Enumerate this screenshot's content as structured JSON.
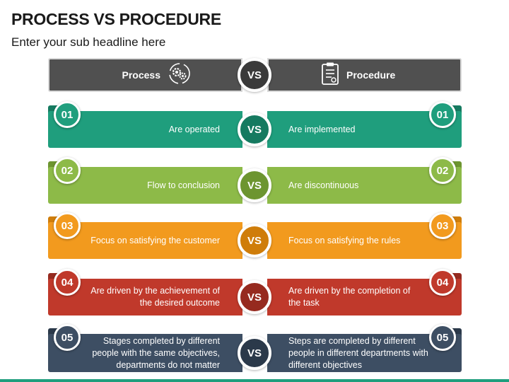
{
  "title": "PROCESS VS PROCEDURE",
  "subtitle": "Enter your sub headline here",
  "header": {
    "left_label": "Process",
    "right_label": "Procedure",
    "vs": "VS",
    "left_icon": "gears-cycle-icon",
    "right_icon": "clipboard-checklist-icon",
    "color": "#505050"
  },
  "rows": [
    {
      "num": "01",
      "vs": "VS",
      "left": "Are operated",
      "right": "Are implemented",
      "color": "#1f9e7d",
      "dark": "#157a60"
    },
    {
      "num": "02",
      "vs": "VS",
      "left": "Flow to conclusion",
      "right": "Are discontinuous",
      "color": "#8dba48",
      "dark": "#6d9530"
    },
    {
      "num": "03",
      "vs": "VS",
      "left": "Focus on satisfying the customer",
      "right": "Focus on satisfying the rules",
      "color": "#f29a1e",
      "dark": "#cf7d0a"
    },
    {
      "num": "04",
      "vs": "VS",
      "left": "Are driven by the achievement of the desired outcome",
      "right": "Are driven by the completion of the task",
      "color": "#c0392b",
      "dark": "#962a1f"
    },
    {
      "num": "05",
      "vs": "VS",
      "left": "Stages completed by different people with the same objectives, departments do not matter",
      "right": "Steps are completed by different people in different departments with different objectives",
      "color": "#3d4e63",
      "dark": "#2b394a"
    }
  ]
}
